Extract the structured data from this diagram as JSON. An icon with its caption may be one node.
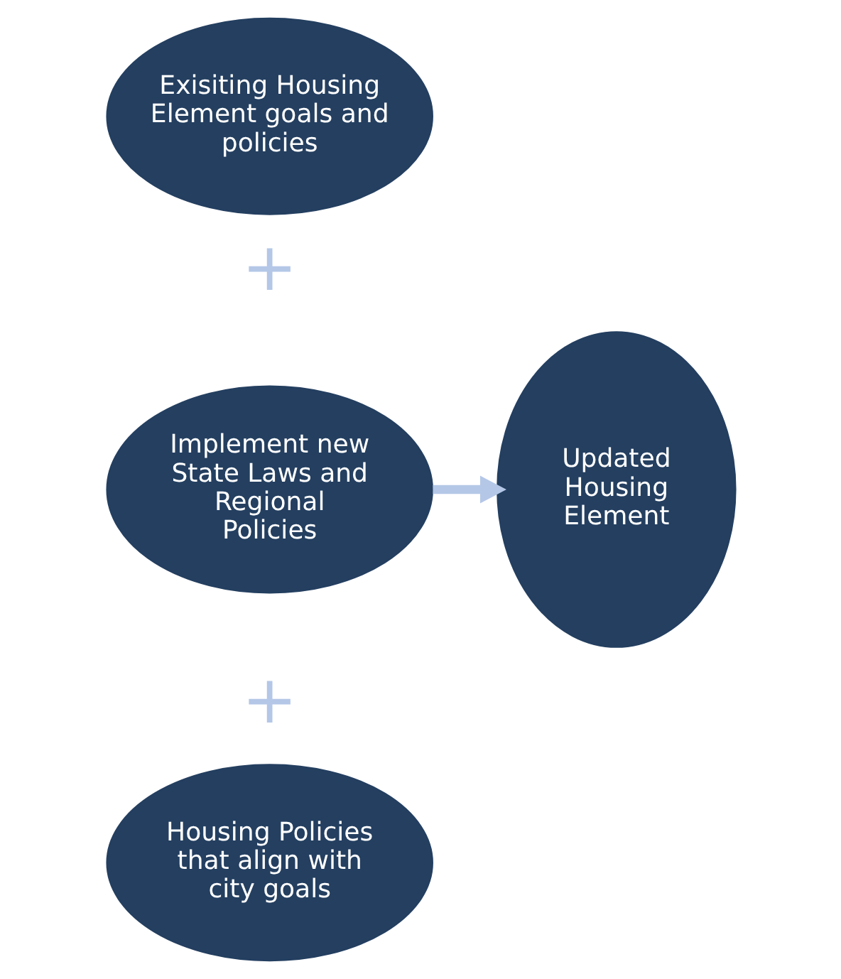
{
  "diagram": {
    "nodes": [
      {
        "text": [
          "Exisiting Housing Element goals and policies"
        ]
      },
      {
        "text": [
          "Implement new State Laws and Regional Policies"
        ]
      },
      {
        "text": [
          "Housing Policies that align with city goals"
        ]
      },
      {
        "text": [
          "Updated Housing Element"
        ]
      }
    ],
    "edges": [
      {
        "from": 1,
        "to": 3,
        "arrow": "to"
      }
    ],
    "labels": [
      "+",
      "+"
    ]
  }
}
